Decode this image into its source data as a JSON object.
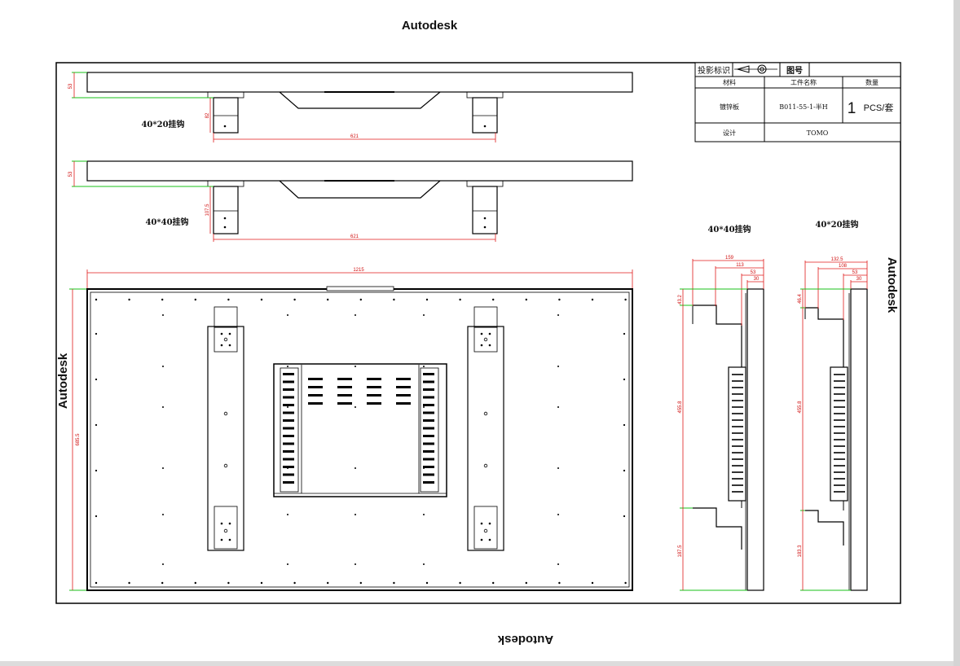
{
  "watermarks": {
    "top": "Autodesk",
    "left": "Autodesk",
    "right": "Autodesk",
    "bottom": "Autodesk"
  },
  "title_block": {
    "projection_label": "投影标识",
    "drawing_no_label": "图号",
    "material_header": "材料",
    "part_name_header": "工件名称",
    "quantity_header": "数量",
    "material": "镀锌板",
    "part_name": "B011-55-1-半H",
    "quantity_num": "1",
    "quantity_unit": "PCS/套",
    "design_label": "设计",
    "designer": "TOMO"
  },
  "labels": {
    "hook_top": "40*20挂钩",
    "hook_middle": "40*40挂钩",
    "side_left_title": "40*40挂钩",
    "side_right_title": "40*20挂钩"
  },
  "dimensions": {
    "top_thickness": "53",
    "top_hook_height": "82",
    "top_span": "621",
    "mid_thickness": "53",
    "mid_hook_height": "107.5",
    "mid_span": "621",
    "total_width": "1215",
    "total_height": "685.5",
    "sl_w1": "159",
    "sl_w2": "113",
    "sl_w3": "53",
    "sl_w4": "30",
    "sl_top": "43.2",
    "sl_mid": "455.8",
    "sl_bot": "187.5",
    "sr_w1": "132.5",
    "sr_w2": "108",
    "sr_w3": "53",
    "sr_w4": "30",
    "sr_top": "46.4",
    "sr_mid": "455.8",
    "sr_bot": "183.3"
  }
}
